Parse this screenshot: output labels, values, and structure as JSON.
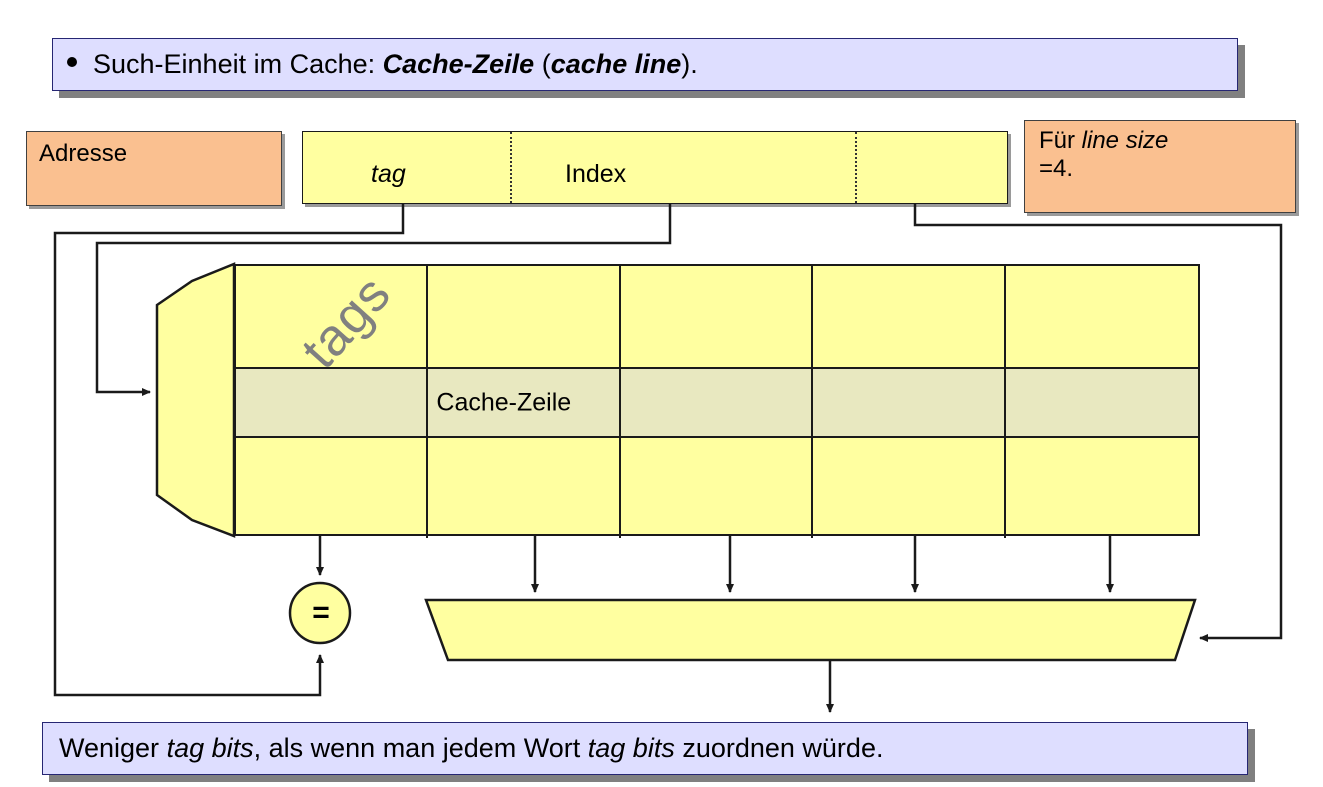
{
  "slide": {
    "header": {
      "bullet": "•",
      "text_plain": "Such-Einheit im Cache: Cache-Zeile (cache line).",
      "segments": {
        "p1": "Such-Einheit im Cache: ",
        "b1": "Cache-Zeile",
        "p2": " (",
        "i1": "cache line",
        "p3": ")."
      }
    },
    "footer": {
      "text_plain": "Weniger tag bits, als wenn man jedem Wort tag bits zuordnen würde.",
      "segments": {
        "p1": "Weniger ",
        "i1": "tag bits",
        "p2": ", als wenn man jedem Wort ",
        "i2": "tag bits",
        "p3": " zuordnen würde."
      }
    }
  },
  "diagram": {
    "address_box": {
      "label": "Adresse"
    },
    "note_box": {
      "segments": {
        "p1": "Für ",
        "i1": "line size",
        "p2": "=4."
      },
      "text_plain": "Für line size =4."
    },
    "address_bar": {
      "fields": [
        {
          "label": "tag",
          "style": "italic"
        },
        {
          "label": "Index",
          "style": "normal"
        },
        {
          "label": "",
          "style": "normal"
        }
      ]
    },
    "cache_array": {
      "rows": 3,
      "columns": 5,
      "highlight_row_index": 1,
      "highlight_label": "Cache-Zeile",
      "tag_column_label": "tags"
    },
    "comparator": {
      "symbol": "="
    },
    "multiplexer": {
      "label": ""
    }
  },
  "colors": {
    "callout_bg": "#dedeff",
    "callout_border": "#262673",
    "orange_box": "#fac090",
    "yellow_fill": "#ffffa0",
    "highlight_fill": "#e8e8c0",
    "line": "#1a1a1a",
    "tags_text": "#808080",
    "shadow": "#9a9a9a"
  }
}
